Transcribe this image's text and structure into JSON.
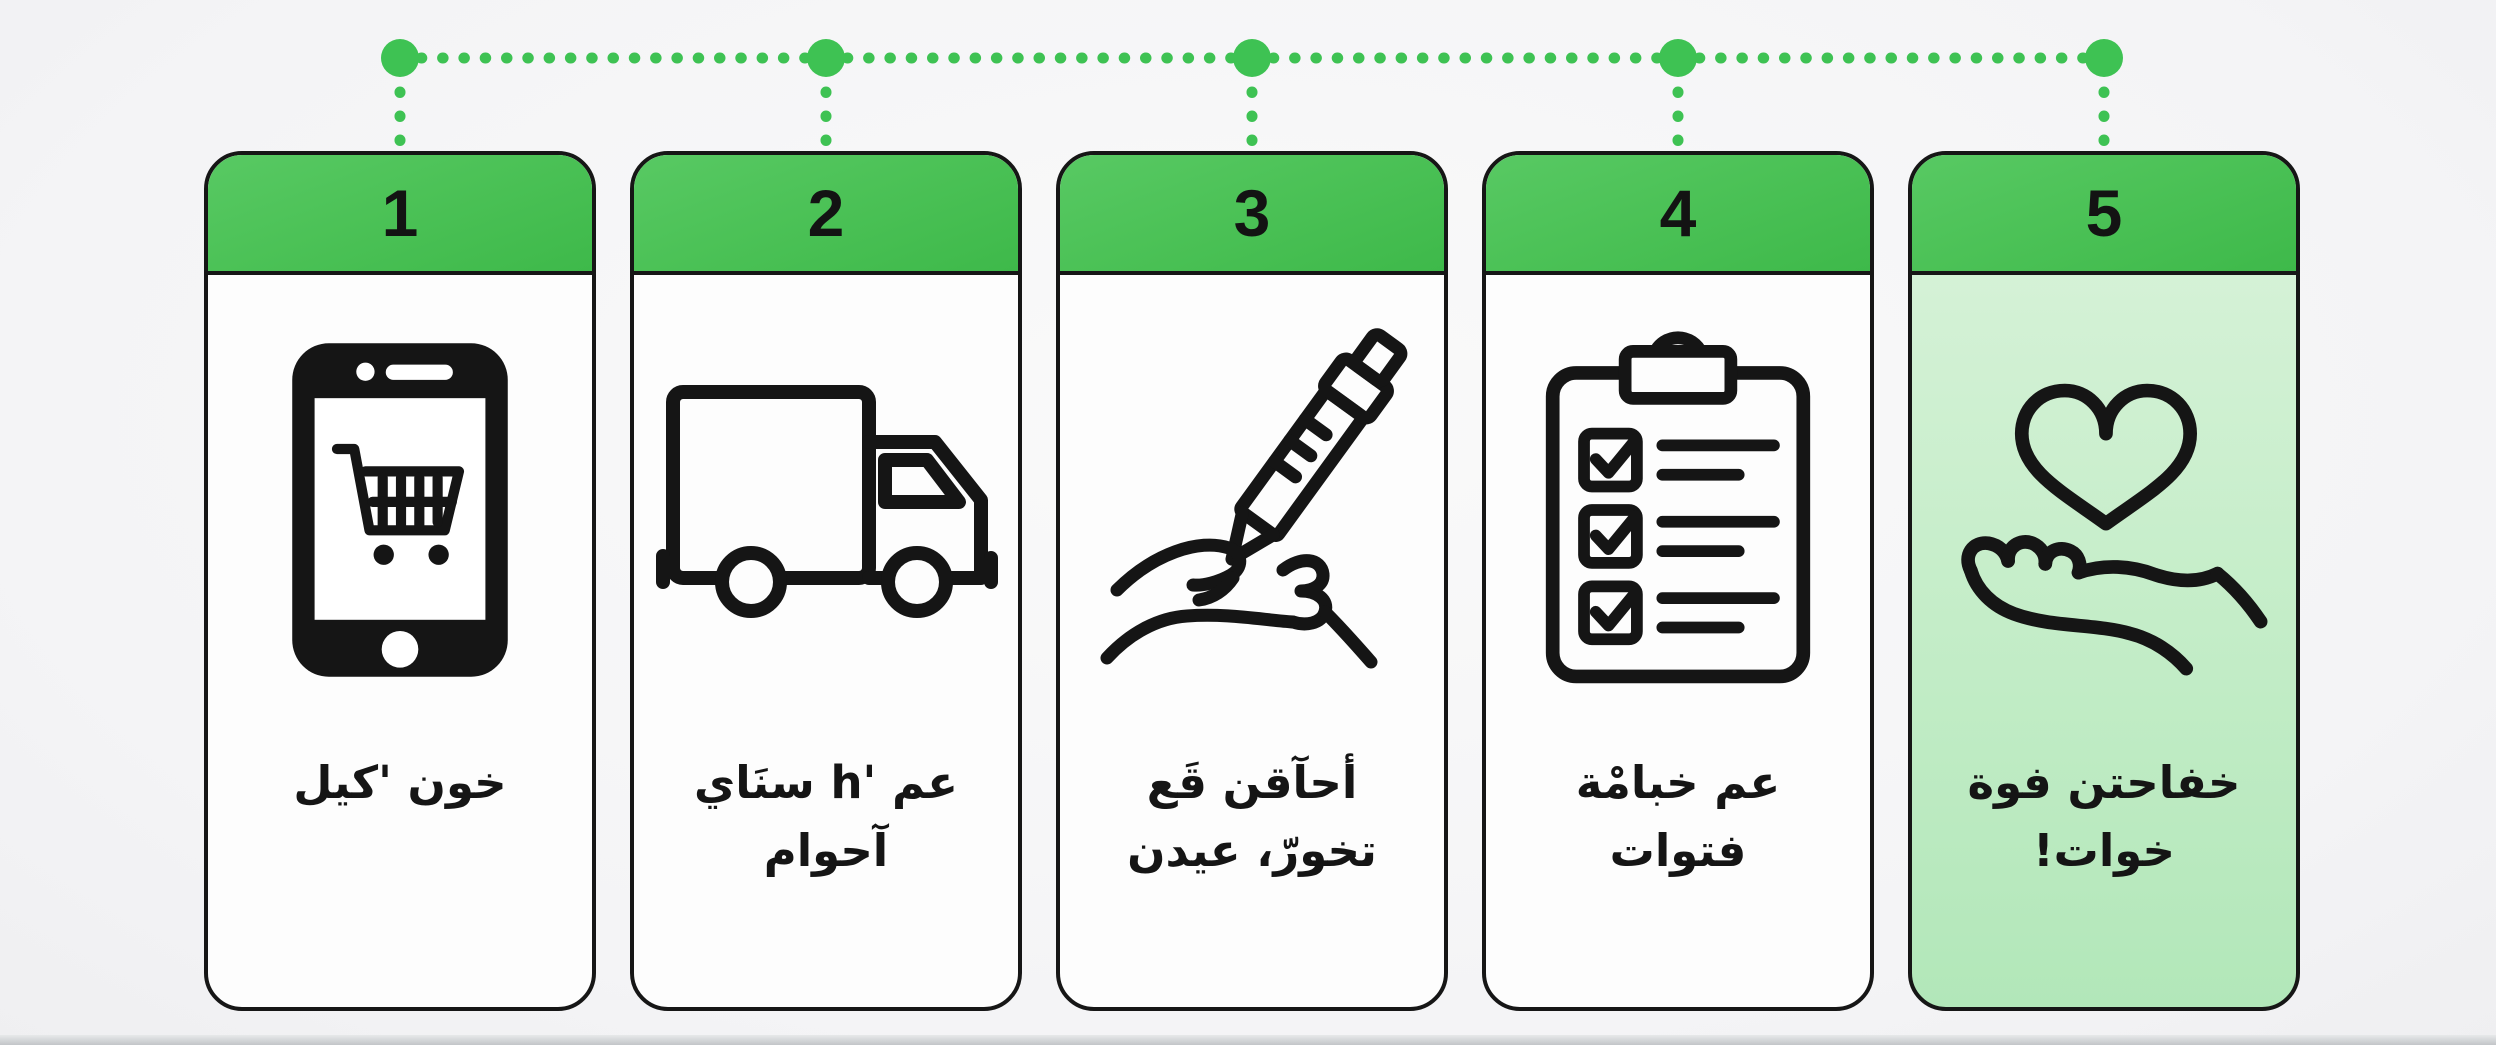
{
  "title": "five-step process infographic",
  "language": "ar",
  "colors": {
    "page_background": "#f5f5f7",
    "header_green": "#4cc257",
    "header_green_dark": "#3eb94a",
    "timeline_dot_green": "#3ec253",
    "card_border": "#161616",
    "card_background": "#fdfdfd",
    "highlight_card_background_top": "#daf3db",
    "highlight_card_background_bottom": "#b2e7b9",
    "text_color": "#151515",
    "bottom_edge_gray": "#c2c5c8"
  },
  "timeline": {
    "dot_count": 5,
    "style": "dotted line connecting five large dots, dotted drop connectors to each card"
  },
  "steps": [
    {
      "number": "1",
      "icon": "smartphone-cart-icon",
      "line1": "خون 'كيل",
      "line2": ""
    },
    {
      "number": "2",
      "icon": "delivery-truck-icon",
      "line1": "عم 'h سنَاي",
      "line2": "آحوام"
    },
    {
      "number": "3",
      "icon": "hand-writing-icon",
      "line1": "أحآقن قَع",
      "line2": "تخورّ، عيدن"
    },
    {
      "number": "4",
      "icon": "checklist-clipboard-icon",
      "line1": "عم خبامْة",
      "line2": "فتوات"
    },
    {
      "number": "5",
      "icon": "heart-in-hand-icon",
      "line1": "خفاحتن فوة",
      "line2": "خوات!",
      "highlighted": true
    }
  ]
}
